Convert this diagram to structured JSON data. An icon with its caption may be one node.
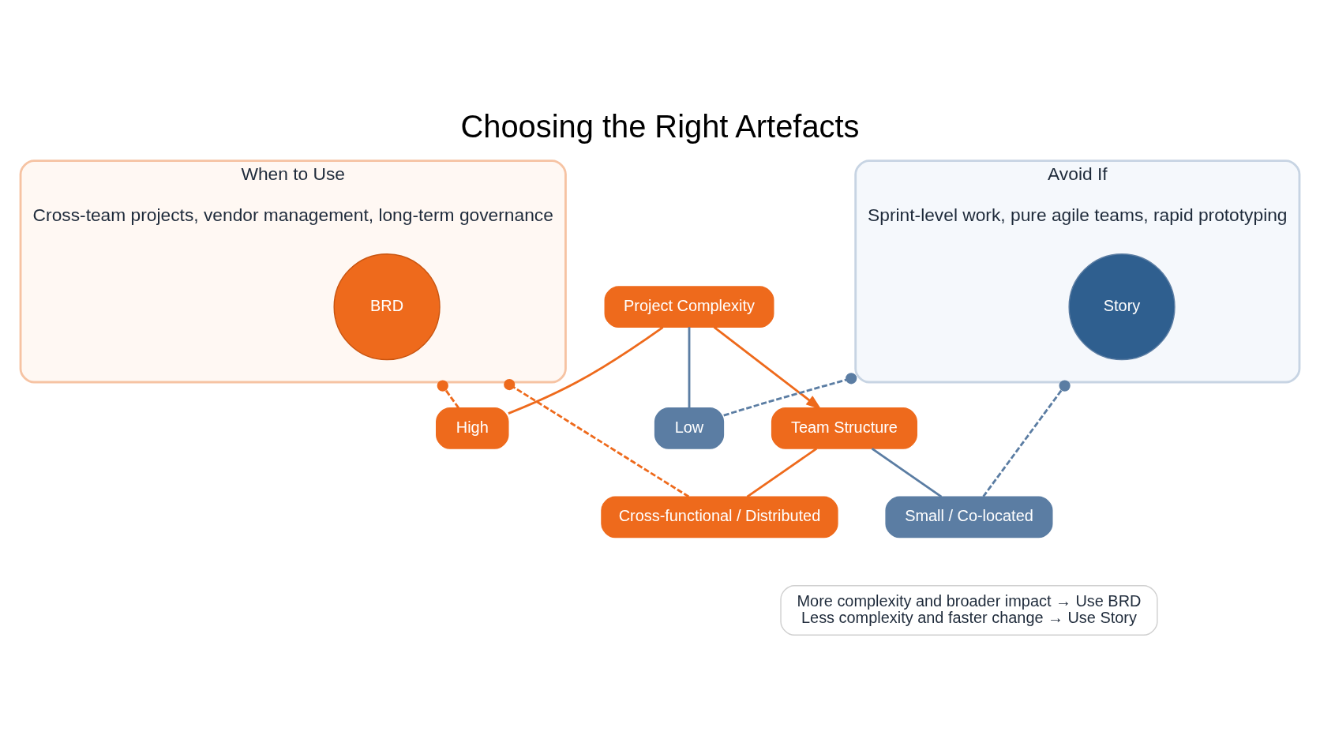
{
  "diagram": {
    "title": "Choosing the Right Artefacts",
    "nodes": [
      {
        "text": [
          "When to Use",
          "Cross-team projects, vendor management, long-term governance"
        ]
      },
      {
        "text": [
          "BRD"
        ],
        "in": 0
      },
      {
        "text": [
          "Avoid If",
          "Sprint-level work, pure agile teams, rapid prototyping"
        ]
      },
      {
        "text": [
          "Story"
        ],
        "in": 2
      },
      {
        "text": [
          "Project Complexity"
        ]
      },
      {
        "text": [
          "High"
        ]
      },
      {
        "text": [
          "Low"
        ]
      },
      {
        "text": [
          "Team Structure"
        ]
      },
      {
        "text": [
          "Cross-functional / Distributed"
        ]
      },
      {
        "text": [
          "Small / Co-located"
        ]
      },
      {
        "text": [
          "More complexity and broader impact → Use BRD",
          "Less complexity and faster change → Use Story"
        ]
      }
    ],
    "edges": [
      {
        "from": 4,
        "to": 5,
        "arrow": "none"
      },
      {
        "from": 4,
        "to": 6,
        "arrow": "none",
        "color": "#5b7da3"
      },
      {
        "from": 4,
        "to": 7,
        "arrow": "to"
      },
      {
        "from": 7,
        "to": 8,
        "arrow": "none"
      },
      {
        "from": 7,
        "to": 9,
        "arrow": "none",
        "color": "#5b7da3"
      },
      {
        "from": 5,
        "to": 0,
        "arrow": "other",
        "style": "dashed"
      },
      {
        "from": 6,
        "to": 2,
        "arrow": "other",
        "style": "dashed",
        "color": "#5b7da3"
      },
      {
        "from": 8,
        "to": 0,
        "arrow": "other",
        "style": "dashed"
      },
      {
        "from": 9,
        "to": 2,
        "arrow": "other",
        "style": "dashed",
        "color": "#5b7da3"
      }
    ]
  }
}
